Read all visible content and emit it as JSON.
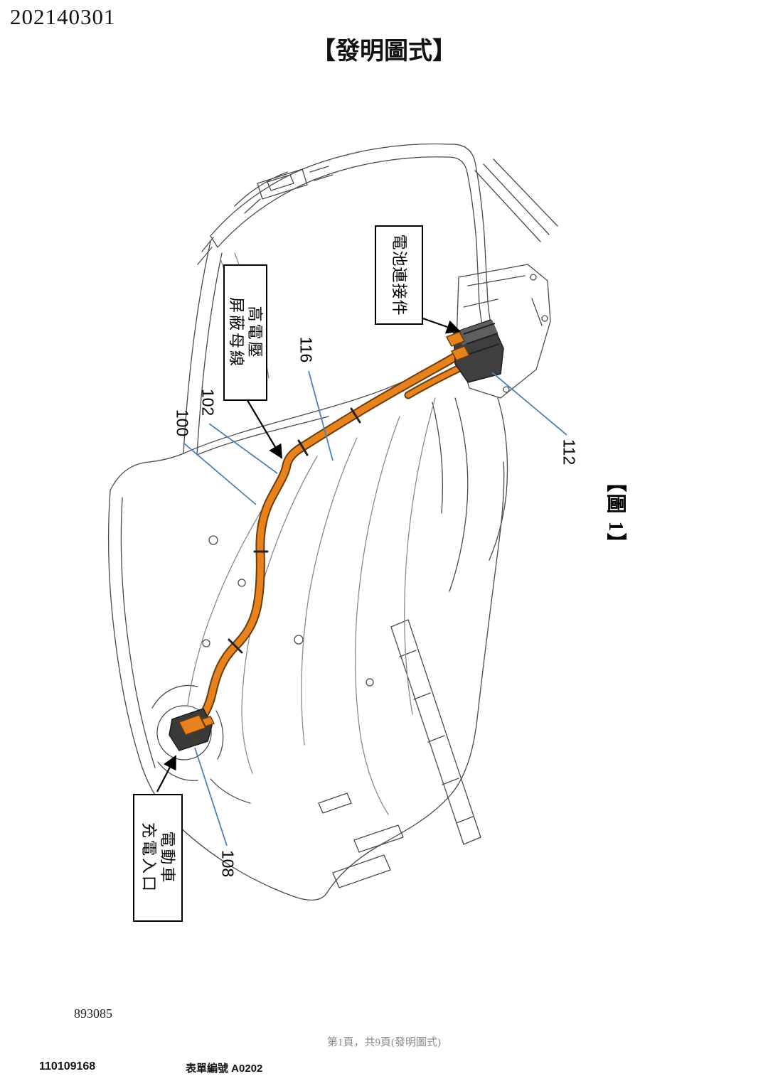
{
  "document": {
    "publication_number": "202140301",
    "section_title": "【發明圖式】",
    "figure_caption": "【圖 1】",
    "footer": {
      "serial_number": "893085",
      "page_info": "第1頁，共9頁(發明圖式)",
      "application_number": "110109168",
      "form_number": "表單編號 A0202"
    }
  },
  "figure": {
    "labels": {
      "busbar": {
        "line1": "高電壓",
        "line2": "屏蔽母線"
      },
      "battery_connector": {
        "text": "電池連接件"
      },
      "charge_inlet": {
        "line1": "電動車",
        "line2": "充電入口"
      }
    },
    "reference_numbers": {
      "ref_100": "100",
      "ref_102": "102",
      "ref_116": "116",
      "ref_112": "112",
      "ref_108": "108"
    },
    "colors": {
      "cable_highlight": "#E8821E",
      "cable_outline": "#6B3D08",
      "leader_line": "#4F81B5",
      "line_art": "#4A4A4A"
    }
  }
}
